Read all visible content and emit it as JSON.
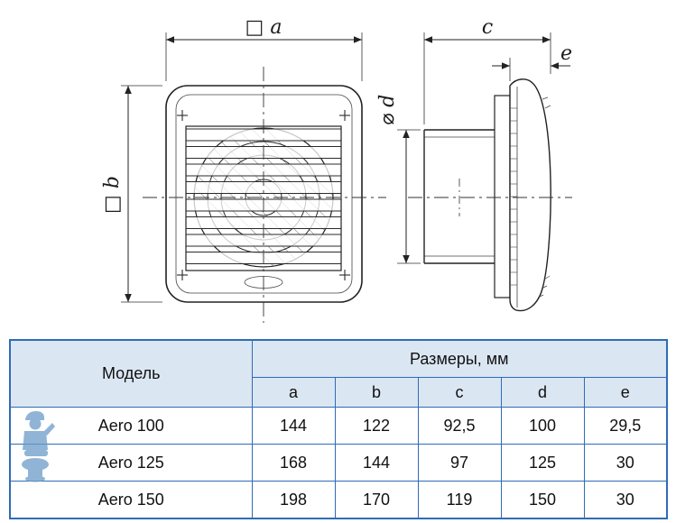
{
  "diagram": {
    "labels": {
      "a": "□ a",
      "b": "□ b",
      "c": "c",
      "d": "⌀ d",
      "e": "e"
    }
  },
  "table": {
    "model_header": "Модель",
    "sizes_header": "Размеры, мм",
    "columns": [
      "a",
      "b",
      "c",
      "d",
      "e"
    ],
    "rows": [
      {
        "model": "Aero 100",
        "values": [
          "144",
          "122",
          "92,5",
          "100",
          "29,5"
        ]
      },
      {
        "model": "Aero 125",
        "values": [
          "168",
          "144",
          "97",
          "125",
          "30"
        ]
      },
      {
        "model": "Aero 150",
        "values": [
          "198",
          "170",
          "119",
          "150",
          "30"
        ]
      }
    ]
  },
  "colors": {
    "table_border": "#2e6cb5",
    "table_header_bg": "#dbe6f3",
    "text": "#111111",
    "drawing_stroke": "#222222",
    "watermark": "#6b9cc9"
  }
}
